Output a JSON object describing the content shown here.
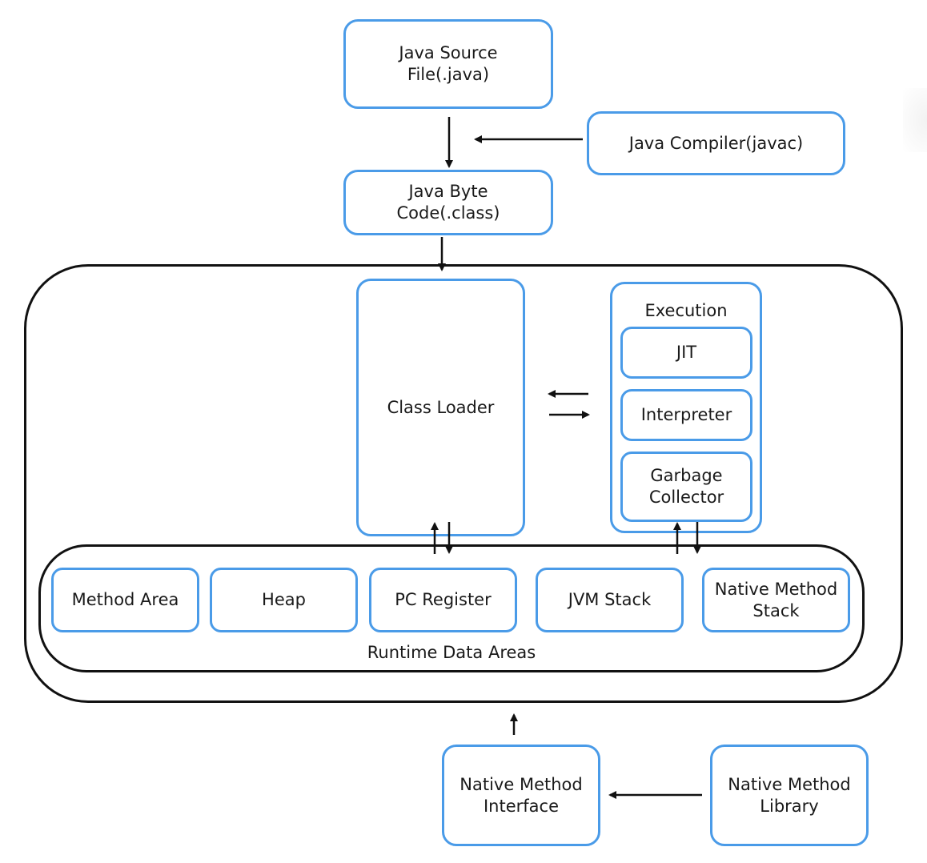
{
  "nodes": {
    "java_source": "Java Source\nFile(.java)",
    "java_compiler": "Java Compiler(javac)",
    "java_bytecode": "Java Byte\nCode(.class)",
    "class_loader": "Class Loader",
    "execution_title": "Execution",
    "jit": "JIT",
    "interpreter": "Interpreter",
    "garbage_collector": "Garbage\nCollector",
    "runtime_areas": [
      "Method Area",
      "Heap",
      "PC Register",
      "JVM Stack",
      "Native Method\nStack"
    ],
    "runtime_title": "Runtime Data Areas",
    "native_interface": "Native Method\nInterface",
    "native_library": "Native Method\nLibrary"
  },
  "colors": {
    "box_border": "#4a9be8",
    "outline": "#111111"
  }
}
